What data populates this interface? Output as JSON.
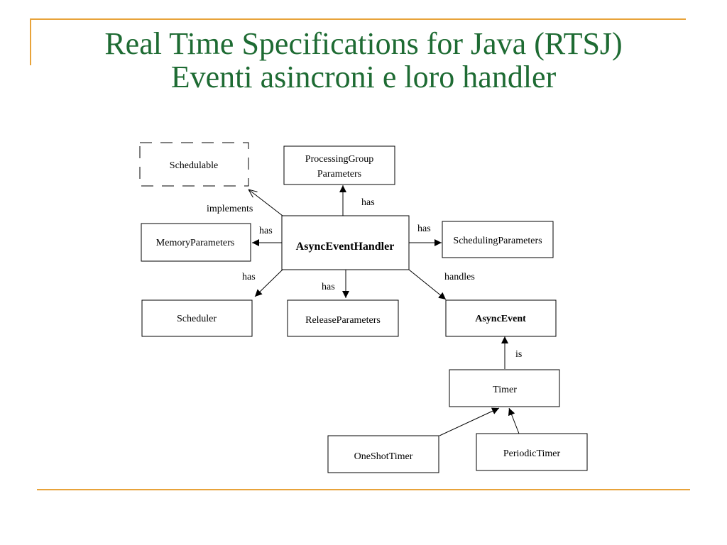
{
  "title": {
    "line1": "Real Time Specifications for Java (RTSJ)",
    "line2": "Eventi asincroni e loro handler"
  },
  "nodes": {
    "schedulable": "Schedulable",
    "processing_group_line1": "ProcessingGroup",
    "processing_group_line2": "Parameters",
    "memory_parameters": "MemoryParameters",
    "async_event_handler": "AsyncEventHandler",
    "scheduling_parameters": "SchedulingParameters",
    "scheduler": "Scheduler",
    "release_parameters": "ReleaseParameters",
    "async_event": "AsyncEvent",
    "timer": "Timer",
    "one_shot_timer": "OneShotTimer",
    "periodic_timer": "PeriodicTimer"
  },
  "edge_labels": {
    "implements": "implements",
    "has_processing": "has",
    "has_memory": "has",
    "has_scheduling": "has",
    "has_scheduler": "has",
    "has_release": "has",
    "handles": "handles",
    "is": "is"
  },
  "colors": {
    "title": "#1E6B33",
    "accent_rule": "#E8A33A",
    "lines": "#000000"
  }
}
